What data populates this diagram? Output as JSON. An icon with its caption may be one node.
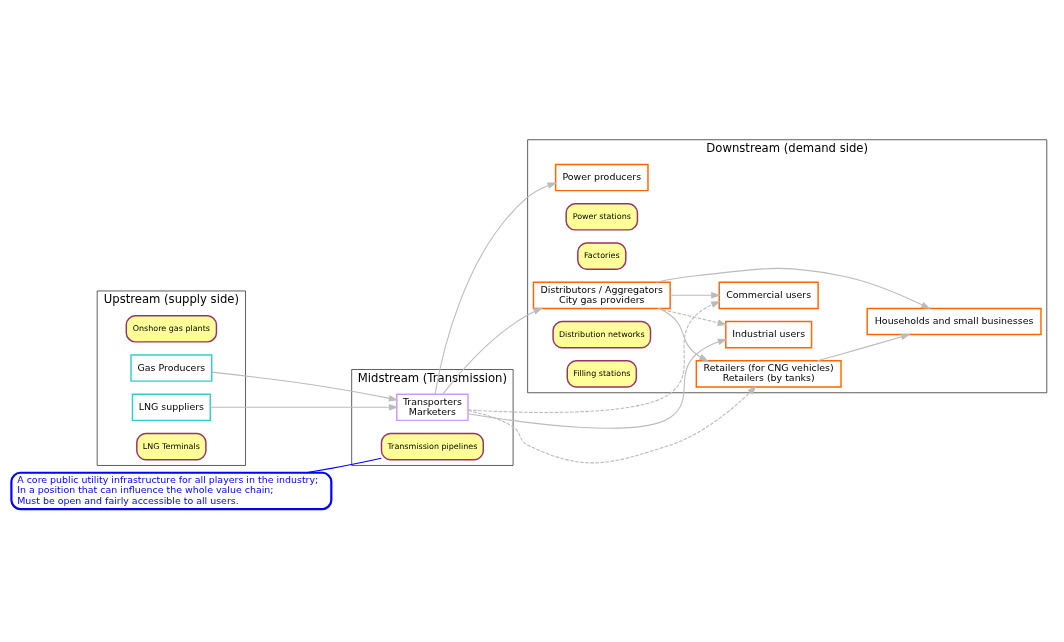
{
  "diagram": {
    "nodes": [
      {
        "text": [
          "Upstream (supply side)"
        ]
      },
      {
        "text": [
          "Midstream (Transmission)"
        ]
      },
      {
        "text": [
          "Downstream (demand side)"
        ]
      },
      {
        "text": [
          "Onshore gas plants"
        ],
        "in": 0
      },
      {
        "text": [
          "Gas Producers"
        ],
        "in": 0
      },
      {
        "text": [
          "LNG suppliers"
        ],
        "in": 0
      },
      {
        "text": [
          "LNG Terminals"
        ],
        "in": 0
      },
      {
        "text": [
          "Transporters",
          "Marketers"
        ],
        "in": 1
      },
      {
        "text": [
          "Transmission pipelines"
        ],
        "in": 1
      },
      {
        "text": [
          "A core public utility infrastructure for all players in the industry;",
          "In a position that can influence the whole value chain;",
          "Must be open and fairly accessible to all users."
        ]
      },
      {
        "text": [
          "Power producers"
        ],
        "in": 2
      },
      {
        "text": [
          "Power stations"
        ],
        "in": 2
      },
      {
        "text": [
          "Commercial users"
        ],
        "in": 2
      },
      {
        "text": [
          "Industrial users"
        ],
        "in": 2
      },
      {
        "text": [
          "Factories"
        ],
        "in": 2
      },
      {
        "text": [
          "Distributors / Aggregators",
          "City gas providers"
        ],
        "in": 2
      },
      {
        "text": [
          "Distribution networks"
        ],
        "in": 2
      },
      {
        "text": [
          "Households and small businesses"
        ],
        "in": 2
      },
      {
        "text": [
          "Retailers (for CNG vehicles)",
          "Retailers (by tanks)"
        ],
        "in": 2
      },
      {
        "text": [
          "Filling stations"
        ],
        "in": 2
      }
    ],
    "edges": [
      {
        "from": 4,
        "to": 7,
        "arrow": "to"
      },
      {
        "from": 5,
        "to": 7,
        "arrow": "to"
      },
      {
        "from": 7,
        "to": 10,
        "arrow": "to"
      },
      {
        "from": 7,
        "to": 12,
        "arrow": "to",
        "style": "dashed"
      },
      {
        "from": 7,
        "to": 13,
        "arrow": "to"
      },
      {
        "from": 7,
        "to": 15,
        "arrow": "to"
      },
      {
        "from": 7,
        "to": 18,
        "arrow": "to",
        "style": "dashed"
      },
      {
        "from": 15,
        "to": 13,
        "arrow": "to",
        "style": "dashed"
      },
      {
        "from": 15,
        "to": 12,
        "arrow": "to"
      },
      {
        "from": 15,
        "to": 17,
        "arrow": "to"
      },
      {
        "from": 15,
        "to": 18,
        "arrow": "to"
      },
      {
        "from": 18,
        "to": 17,
        "arrow": "to"
      },
      {
        "from": 9,
        "to": 8,
        "arrow": "none",
        "color": "#0000ff"
      }
    ]
  }
}
